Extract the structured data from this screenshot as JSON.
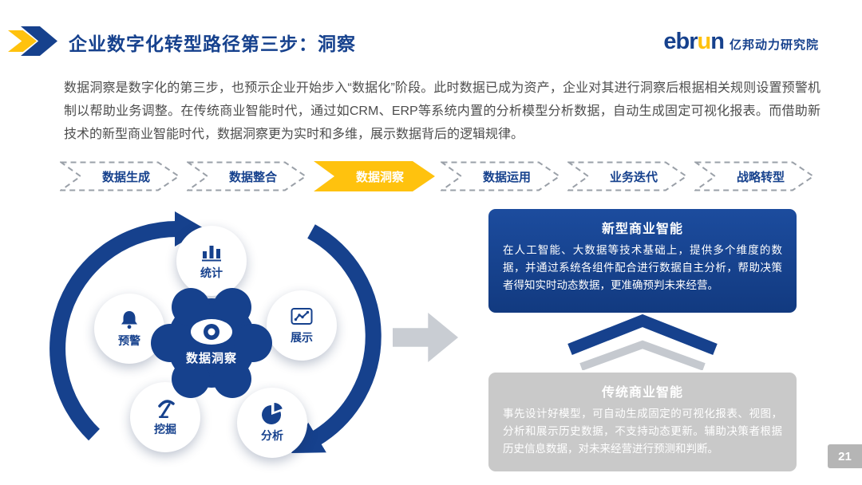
{
  "header": {
    "title": "企业数字化转型路径第三步：洞察",
    "logo": {
      "brand_prefix": "ebr",
      "brand_accent": "u",
      "brand_suffix": "n",
      "org": "亿邦动力研究院"
    }
  },
  "intro": {
    "text": "数据洞察是数字化的第三步，也预示企业开始步入“数据化”阶段。此时数据已成为资产，企业对其进行洞察后根据相关规则设置预警机制以帮助业务调整。在传统商业智能时代，通过如CRM、ERP等系统内置的分析模型分析数据，自动生成固定可视化报表。而借助新技术的新型商业智能时代，数据洞察更为实时和多维，展示数据背后的逻辑规律。"
  },
  "process": {
    "steps": [
      {
        "label": "数据生成",
        "active": false
      },
      {
        "label": "数据整合",
        "active": false
      },
      {
        "label": "数据洞察",
        "active": true
      },
      {
        "label": "数据运用",
        "active": false
      },
      {
        "label": "业务迭代",
        "active": false
      },
      {
        "label": "战略转型",
        "active": false
      }
    ]
  },
  "diagram": {
    "center_label": "数据洞察",
    "nodes": [
      {
        "label": "统计",
        "icon": "bar-chart-icon"
      },
      {
        "label": "预警",
        "icon": "bell-icon"
      },
      {
        "label": "展示",
        "icon": "line-chart-icon"
      },
      {
        "label": "挖掘",
        "icon": "pickaxe-icon"
      },
      {
        "label": "分析",
        "icon": "pie-chart-icon"
      }
    ]
  },
  "panels": {
    "modern": {
      "title": "新型商业智能",
      "text": "在人工智能、大数据等技术基础上，提供多个维度的数据，并通过系统各组件配合进行数据自主分析，帮助决策者得知实时动态数据，更准确预判未来经营。"
    },
    "traditional": {
      "title": "传统商业智能",
      "text": "事先设计好模型，可自动生成固定的可视化报表、视图，分析和展示历史数据，不支持动态更新。辅助决策者根据历史信息数据，对未来经营进行预测和判断。"
    }
  },
  "colors": {
    "navy": "#16418d",
    "yellow": "#ffc20e",
    "gray_panel": "#c9c9c9"
  },
  "page_number": "21"
}
